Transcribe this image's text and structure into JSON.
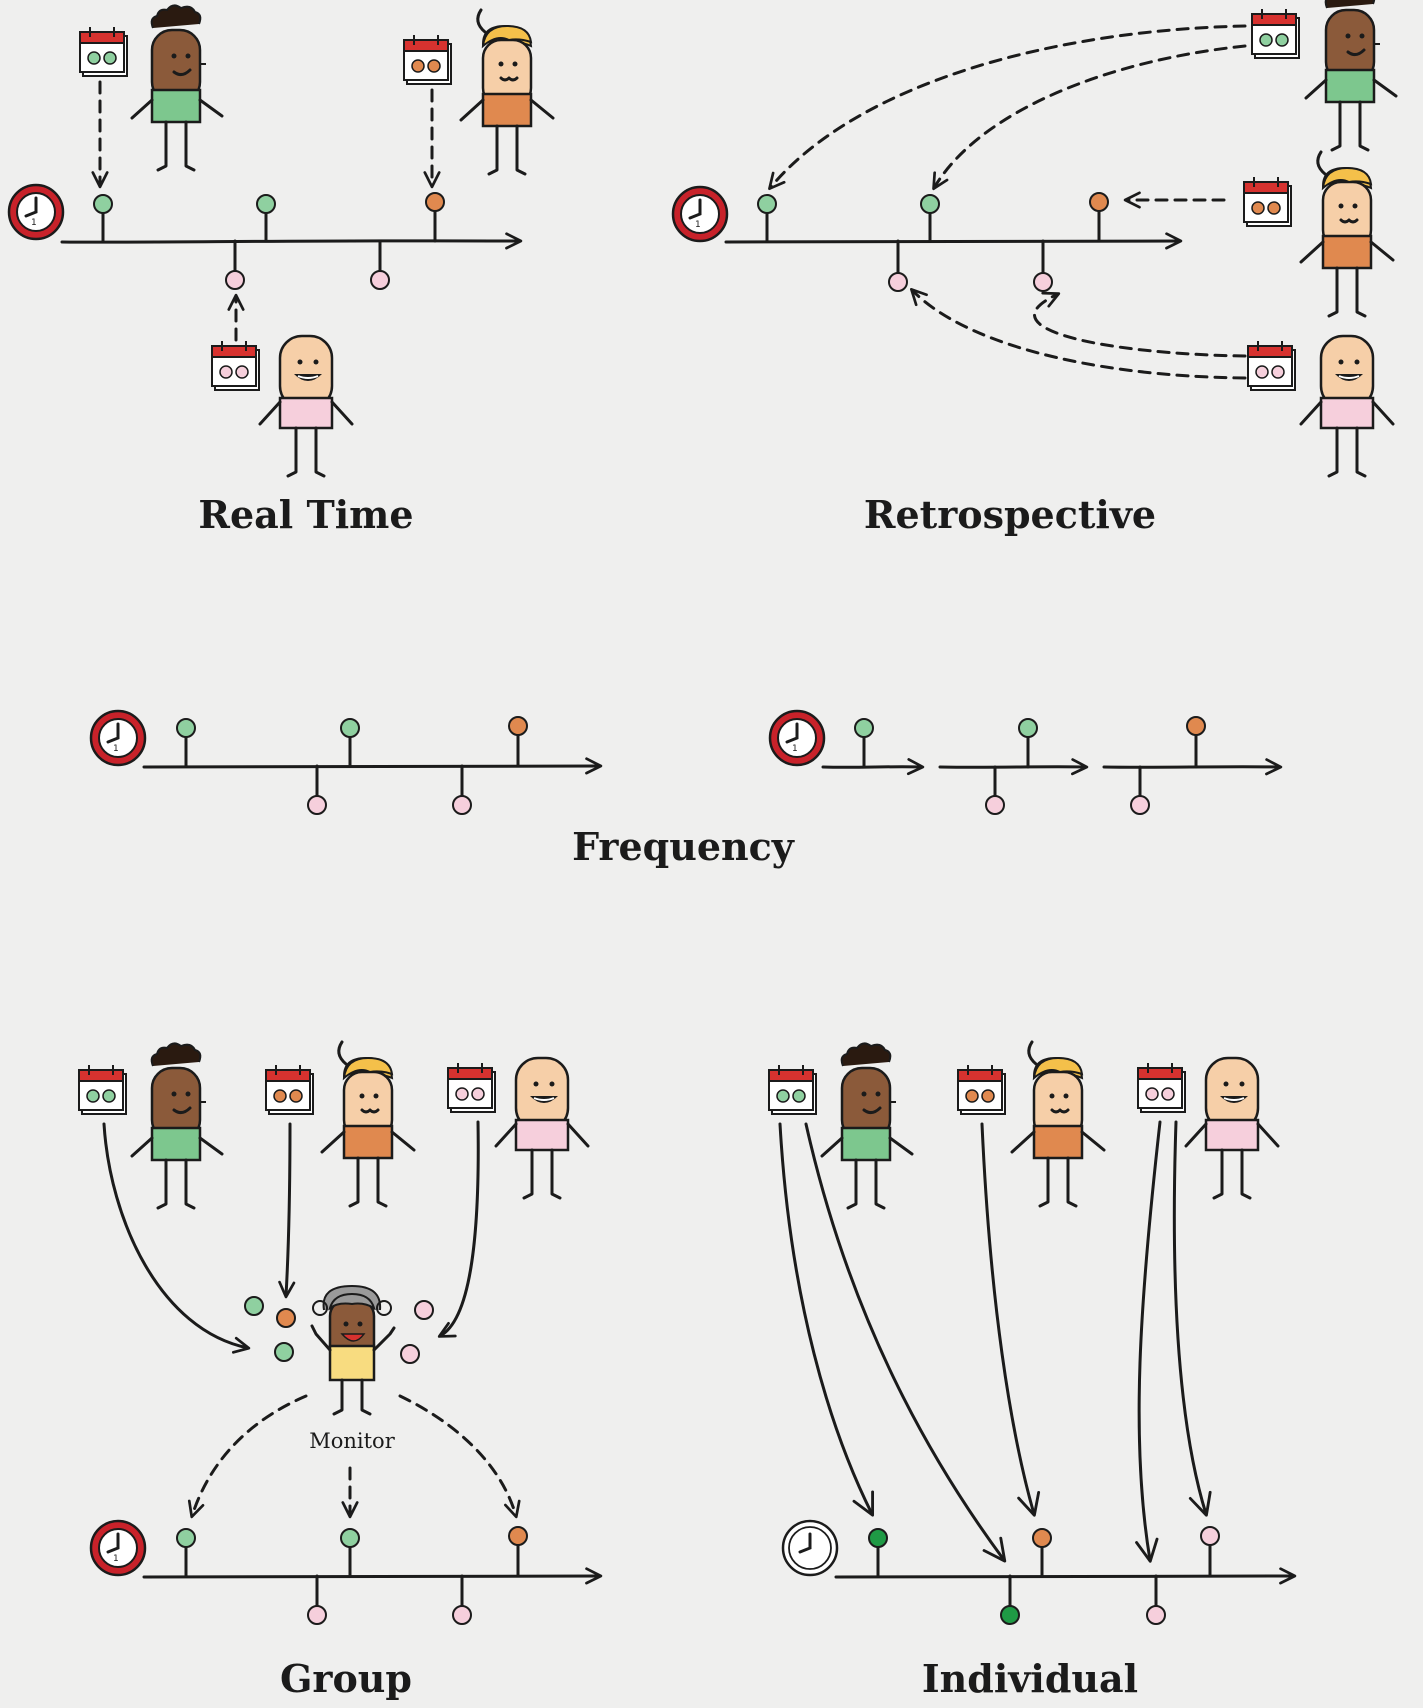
{
  "panels": {
    "real_time": {
      "title": "Real Time"
    },
    "retrospective": {
      "title": "Retrospective"
    },
    "frequency": {
      "title": "Frequency"
    },
    "group": {
      "title": "Group",
      "monitor_label": "Monitor"
    },
    "individual": {
      "title": "Individual"
    }
  },
  "colors": {
    "background": "#efefee",
    "green": "#8fd0a0",
    "orange": "#e0894f",
    "pink": "#f6cfdc",
    "dark_green": "#1f9a45",
    "clock_red": "#c8222a",
    "ink": "#1b1b1b"
  },
  "icons": [
    "clock-icon",
    "calendar-icon",
    "person-figure"
  ]
}
